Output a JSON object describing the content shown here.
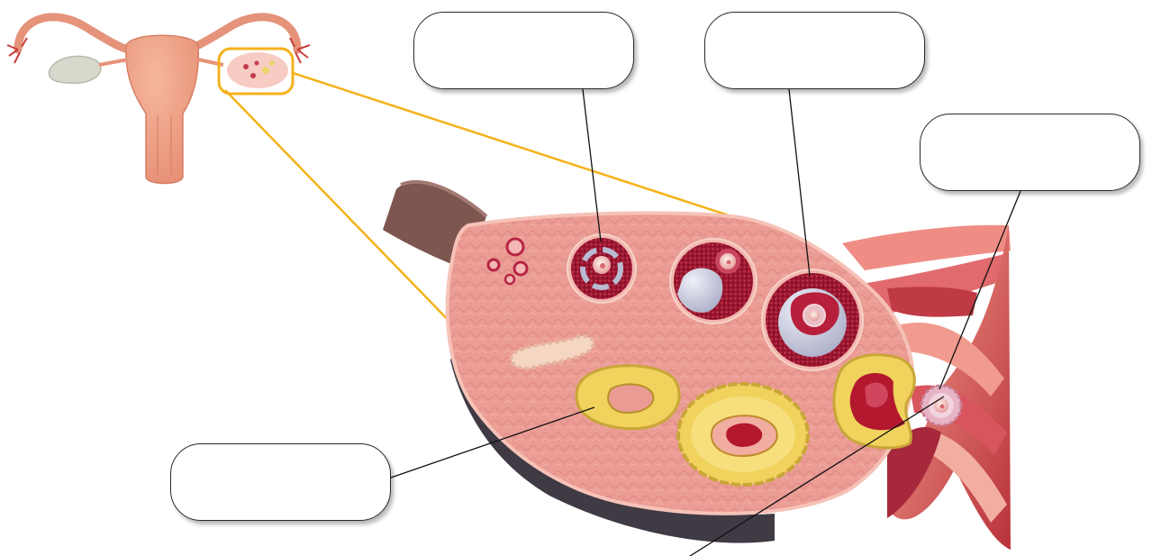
{
  "diagram": {
    "subject": "ovary-follicle-development",
    "highlight_color": "#F5B21B",
    "leader_line_color": "#111111",
    "labels": [
      {
        "id": "box1",
        "text": ""
      },
      {
        "id": "box2",
        "text": ""
      },
      {
        "id": "box3",
        "text": ""
      },
      {
        "id": "box4",
        "text": ""
      }
    ]
  }
}
